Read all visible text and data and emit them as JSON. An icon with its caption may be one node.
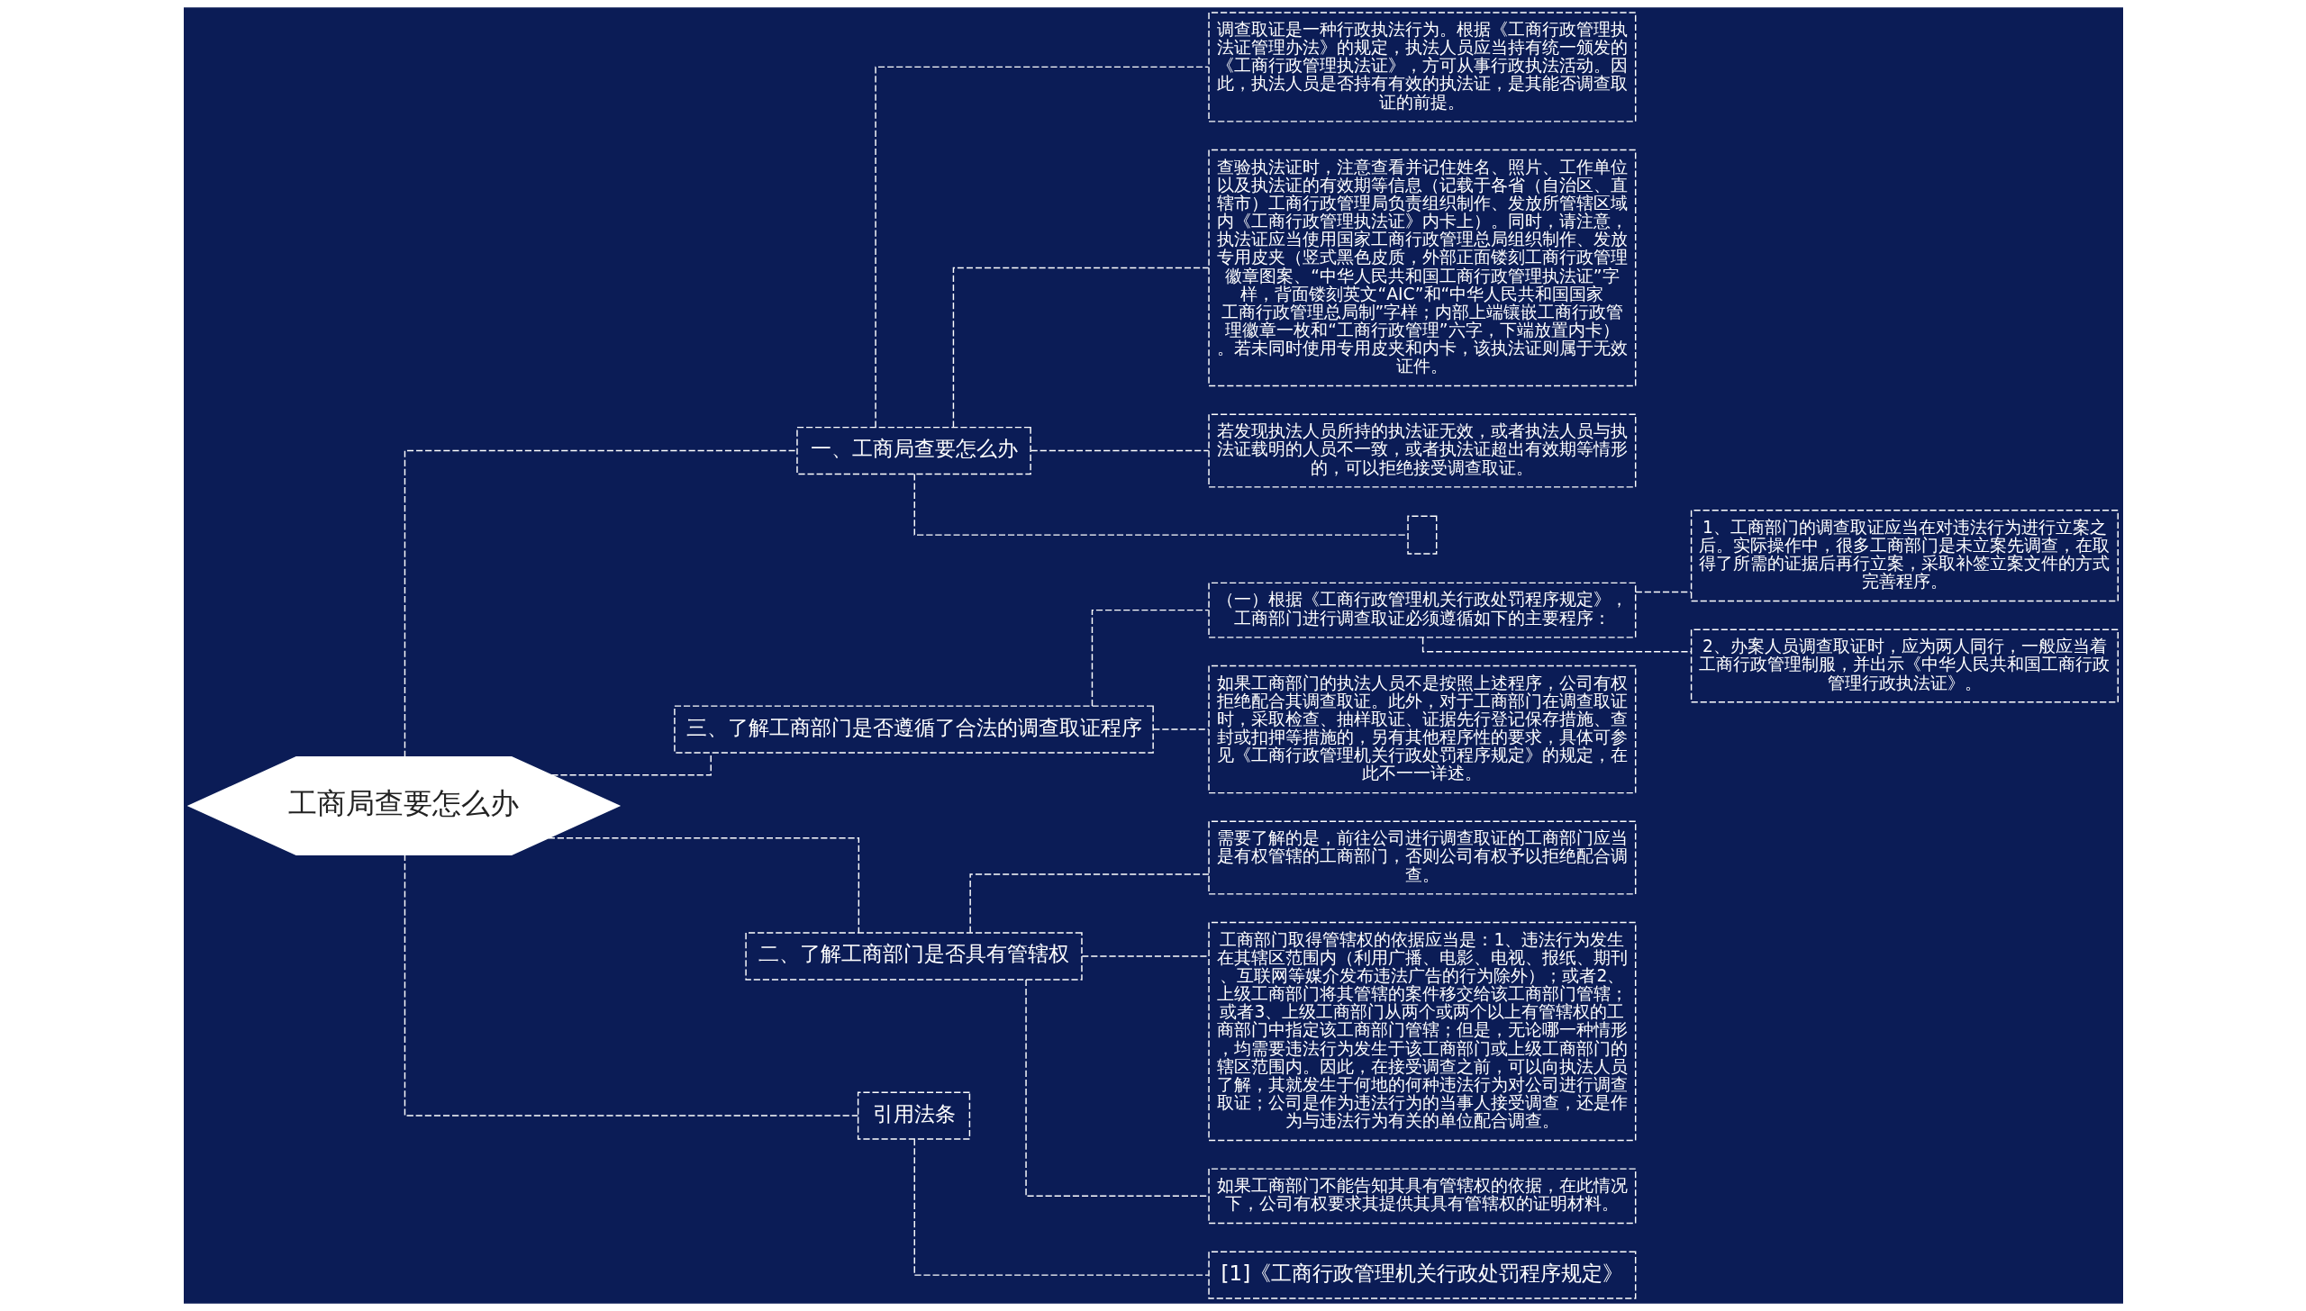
{
  "diagram": {
    "nodes": [
      {
        "text": [
          "工商局查要怎么办"
        ]
      },
      {
        "text": [
          "一、工商局查要怎么办"
        ]
      },
      {
        "text": [
          "调查取证是一种行政执法行为。根据《工商行政管理执法证管理办法》的规定，执法人员应当持有统一颁发的《工商行政管理执法证》，方可从事行政执法活动。因此，执法人员是否持有有效的执法证，是其能否调查取证的前提。"
        ]
      },
      {
        "text": [
          "查验执法证时，注意查看并记住姓名、照片、工作单位以及执法证的有效期等信息（记载于各省（自治区、直辖市）工商行政管理局负责组织制作、发放所管辖区域内《工商行政管理执法证》内卡上）。同时，请注意，执法证应当使用国家工商行政管理总局组织制作、发放专用皮夹（竖式黑色皮质，外部正面镂刻工商行政管理徽章图案、“中华人民共和国工商行政管理执法证”字样，背面镂刻英文“AIC”和“中华人民共和国国家工商行政管理总局制”字样；内部上端镶嵌工商行政管理徽章一枚和“工商行政管理”六字，下端放置内卡）。若未同时使用专用皮夹和内卡，该执法证则属于无效证件。"
        ]
      },
      {
        "text": [
          "若发现执法人员所持的执法证无效，或者执法人员与执法证载明的人员不一致，或者执法证超出有效期等情形的，可以拒绝接受调查取证。"
        ]
      },
      {
        "text": [],
        "shape": "box"
      },
      {
        "text": [
          "三、了解工商部门是否遵循了合法的调查取证程序"
        ]
      },
      {
        "text": [
          "（一）根据《工商行政管理机关行政处罚程序规定》，工商部门进行调查取证必须遵循如下的主要程序："
        ]
      },
      {
        "text": [
          "1、工商部门的调查取证应当在对违法行为进行立案之后。实际操作中，很多工商部门是未立案先调查，在取得了所需的证据后再行立案，采取补签立案文件的方式完善程序。"
        ]
      },
      {
        "text": [
          "2、办案人员调查取证时，应为两人同行，一般应当着工商行政管理制服，并出示《中华人民共和国工商行政管理行政执法证》。"
        ]
      },
      {
        "text": [
          "如果工商部门的执法人员不是按照上述程序，公司有权拒绝配合其调查取证。此外，对于工商部门在调查取证时，采取检查、抽样取证、证据先行登记保存措施、查封或扣押等措施的，另有其他程序性的要求，具体可参见《工商行政管理机关行政处罚程序规定》的规定，在此不一一详述。"
        ]
      },
      {
        "text": [
          "二、了解工商部门是否具有管辖权"
        ]
      },
      {
        "text": [
          "需要了解的是，前往公司进行调查取证的工商部门应当是有权管辖的工商部门，否则公司有权予以拒绝配合调查。"
        ]
      },
      {
        "text": [
          "工商部门取得管辖权的依据应当是：1、违法行为发生在其辖区范围内（利用广播、电影、电视、报纸、期刊、互联网等媒介发布违法广告的行为除外）；或者2、上级工商部门将其管辖的案件移交给该工商部门管辖；或者3、上级工商部门从两个或两个以上有管辖权的工商部门中指定该工商部门管辖；但是，无论哪一种情形，均需要违法行为发生于该工商部门或上级工商部门的辖区范围内。因此，在接受调查之前，可以向执法人员了解，其就发生于何地的何种违法行为对公司进行调查取证；公司是作为违法行为的当事人接受调查，还是作为与违法行为有关的单位配合调查。"
        ]
      },
      {
        "text": [
          "如果工商部门不能告知其具有管辖权的依据，在此情况下，公司有权要求其提供其具有管辖权的证明材料。"
        ]
      },
      {
        "text": [
          "引用法条"
        ]
      },
      {
        "text": [
          "[1]《工商行政管理机关行政处罚程序规定》"
        ]
      }
    ],
    "edges": [
      {
        "from": 0,
        "to": 1,
        "arrow": "none",
        "style": "dashed"
      },
      {
        "from": 1,
        "to": 2,
        "arrow": "none",
        "style": "dashed"
      },
      {
        "from": 1,
        "to": 3,
        "arrow": "none",
        "style": "dashed"
      },
      {
        "from": 1,
        "to": 4,
        "arrow": "none",
        "style": "dashed"
      },
      {
        "from": 1,
        "to": 5,
        "arrow": "none",
        "style": "dashed"
      },
      {
        "from": 0,
        "to": 6,
        "arrow": "none",
        "style": "dashed"
      },
      {
        "from": 6,
        "to": 7,
        "arrow": "none",
        "style": "dashed"
      },
      {
        "from": 7,
        "to": 8,
        "arrow": "none",
        "style": "dashed"
      },
      {
        "from": 7,
        "to": 9,
        "arrow": "none",
        "style": "dashed"
      },
      {
        "from": 6,
        "to": 10,
        "arrow": "none",
        "style": "dashed"
      },
      {
        "from": 0,
        "to": 11,
        "arrow": "none",
        "style": "dashed"
      },
      {
        "from": 11,
        "to": 12,
        "arrow": "none",
        "style": "dashed"
      },
      {
        "from": 11,
        "to": 13,
        "arrow": "none",
        "style": "dashed"
      },
      {
        "from": 11,
        "to": 14,
        "arrow": "none",
        "style": "dashed"
      },
      {
        "from": 0,
        "to": 15,
        "arrow": "none",
        "style": "dashed"
      },
      {
        "from": 15,
        "to": 16,
        "arrow": "none",
        "style": "dashed"
      }
    ]
  }
}
